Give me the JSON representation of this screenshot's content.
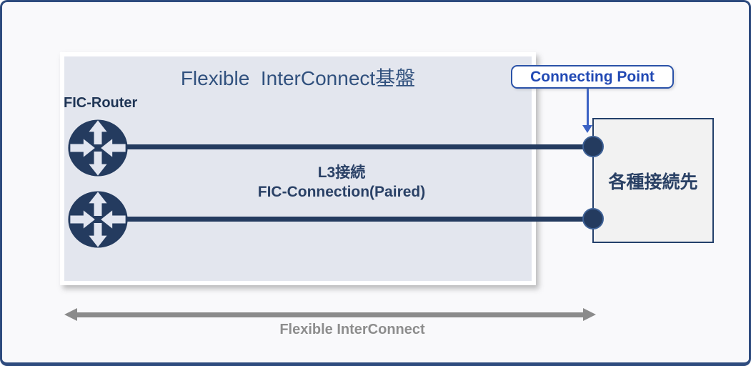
{
  "platform": {
    "title": "Flexible  InterConnect基盤",
    "router_label": "FIC-Router",
    "connection_line1": "L3接続",
    "connection_line2": "FIC-Connection(Paired)"
  },
  "connecting_point": {
    "label": "Connecting Point"
  },
  "destination": {
    "label": "各種接続先"
  },
  "footer": {
    "label": "Flexible InterConnect"
  },
  "icons": {
    "router": "router-icon",
    "connection_node": "connection-node-dot",
    "callout_arrow": "down-arrow-icon",
    "span_arrow": "double-headed-arrow-icon"
  },
  "colors": {
    "navy": "#243B5F",
    "title_text": "#31517E",
    "connection_text": "#2A4166",
    "callout_text": "#2149B4",
    "callout_border": "#2A52A8",
    "callout_arrow": "#3B62C4",
    "platform_fill": "#E3E6EE",
    "platform_frame": "#FFFFFF",
    "canvas_border": "#2E4B7E",
    "background": "#F9F9FB",
    "destination_fill": "#F2F2F2",
    "destination_border": "#24406B",
    "node_ring": "#3E6196",
    "router_arrow_fill": "#E1E5F0",
    "span_arrow_gray": "#8B8B8B",
    "footer_text_gray": "#8D8D8D"
  }
}
